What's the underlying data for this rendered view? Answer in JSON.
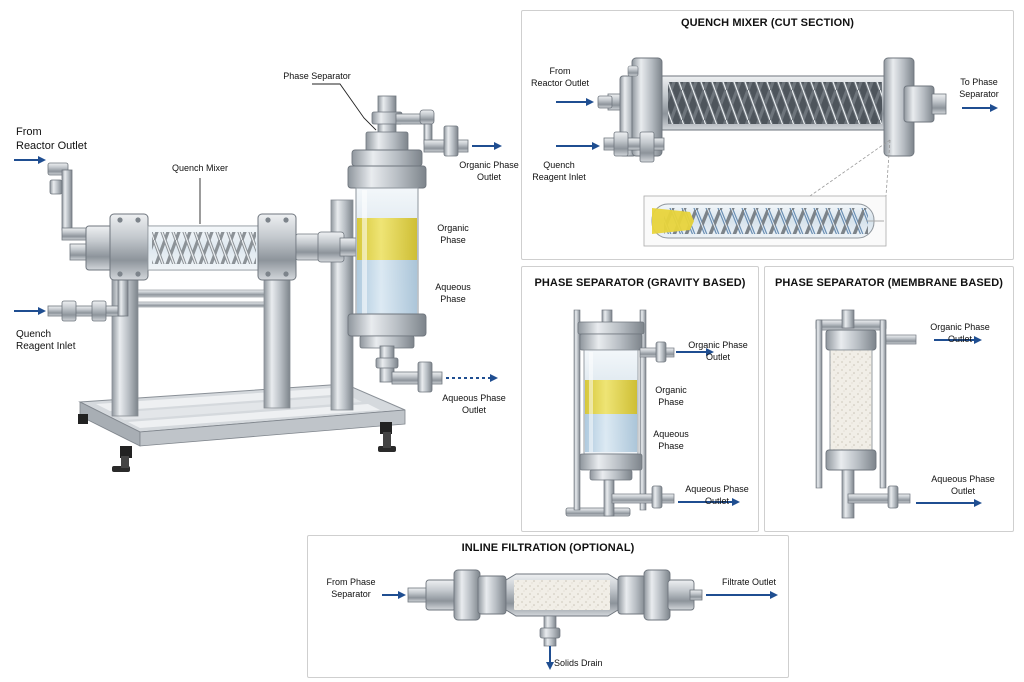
{
  "main": {
    "from_reactor_outlet": "From\nReactor Outlet",
    "quench_mixer": "Quench Mixer",
    "phase_separator": "Phase Separator",
    "organic_phase_outlet": "Organic Phase\nOutlet",
    "organic_phase": "Organic\nPhase",
    "aqueous_phase": "Aqueous\nPhase",
    "quench_reagent_inlet": "Quench\nReagent Inlet",
    "aqueous_phase_outlet": "Aqueous Phase\nOutlet"
  },
  "quench_panel": {
    "title": "QUENCH MIXER (CUT SECTION)",
    "from_reactor_outlet": "From\nReactor Outlet",
    "to_phase_separator": "To Phase\nSeparator",
    "quench_reagent_inlet": "Quench\nReagent Inlet"
  },
  "gravity_panel": {
    "title": "PHASE SEPARATOR (GRAVITY BASED)",
    "organic_phase_outlet": "Organic Phase\nOutlet",
    "organic_phase": "Organic\nPhase",
    "aqueous_phase": "Aqueous\nPhase",
    "aqueous_phase_outlet": "Aqueous Phase\nOutlet"
  },
  "membrane_panel": {
    "title": "PHASE SEPARATOR (MEMBRANE BASED)",
    "organic_phase_outlet": "Organic Phase\nOutlet",
    "aqueous_phase_outlet": "Aqueous Phase\nOutlet"
  },
  "filtration_panel": {
    "title": "INLINE FILTRATION (OPTIONAL)",
    "from_phase_separator": "From Phase\nSeparator",
    "filtrate_outlet": "Filtrate Outlet",
    "solids_drain": "Solids Drain"
  },
  "colors": {
    "arrow": "#1f4e91",
    "steel": "#b9bec4",
    "steel_dark": "#6f767e",
    "organic": "#e6d84a",
    "aqueous": "#bcd6ea",
    "glass": "#e6eff5",
    "frame": "#c9cdd2",
    "filter_media": "#f1eee7"
  }
}
